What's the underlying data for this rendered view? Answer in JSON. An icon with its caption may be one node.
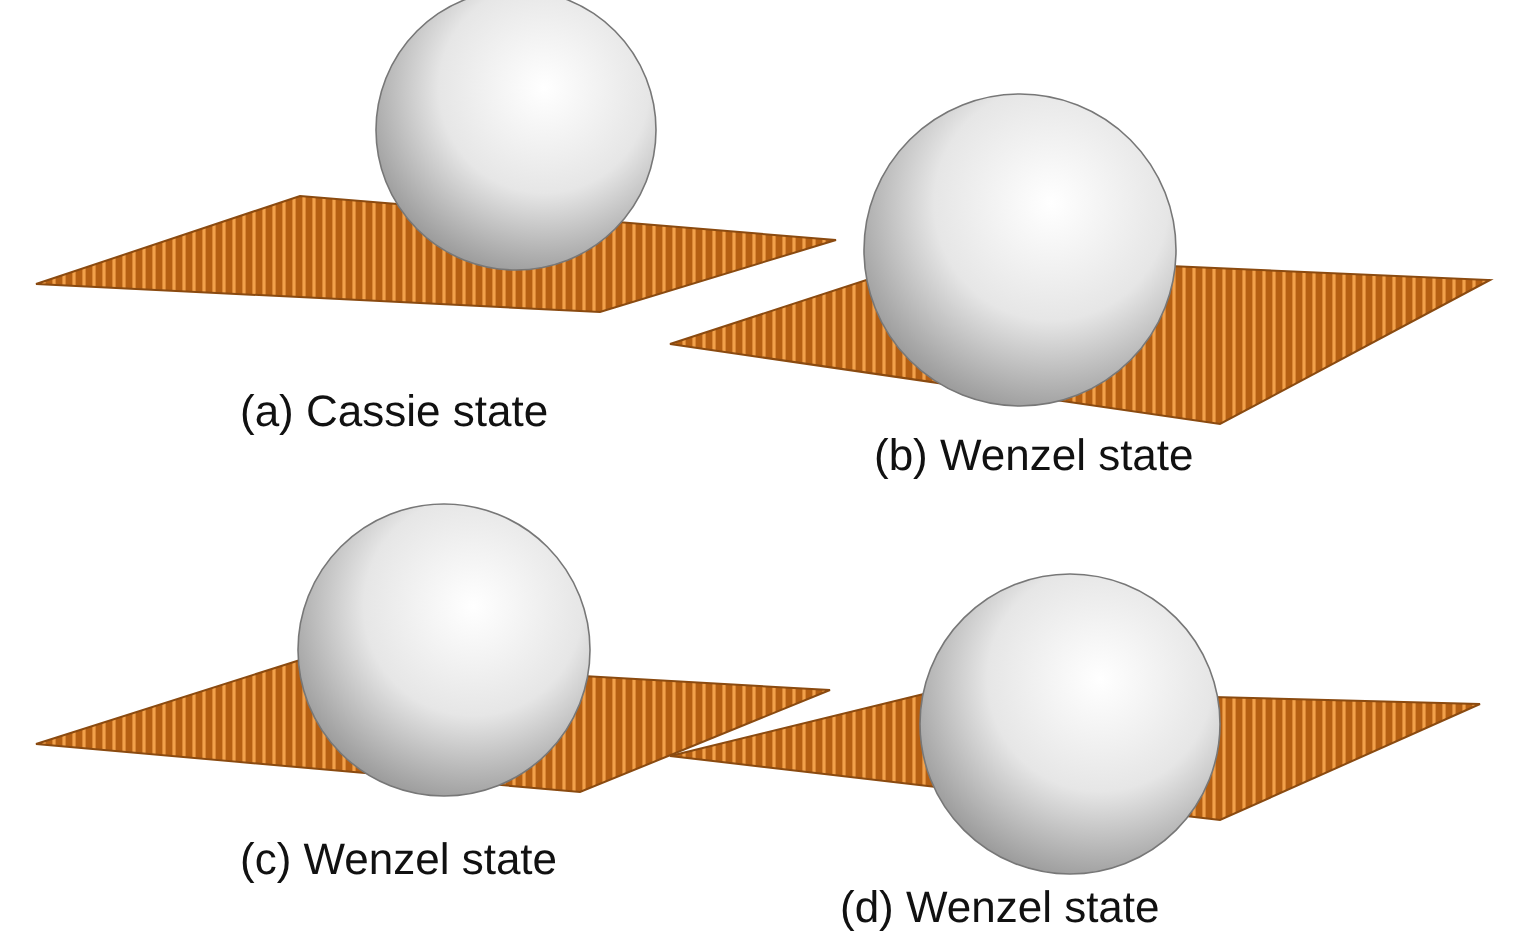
{
  "diagram": {
    "labels": [
      "(a) Cassie state",
      "(b) Wenzel state",
      "(c) Wenzel state",
      "(d) Wenzel state"
    ]
  }
}
